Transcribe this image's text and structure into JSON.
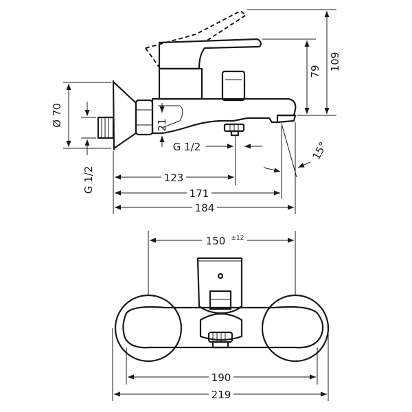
{
  "side_view": {
    "dimensions": {
      "height_total": "109",
      "height_spout": "79",
      "diameter_rosette": "Ø 70",
      "offset_21": "21",
      "thread_outlet": "G 1/2",
      "thread_inlet": "G 1/2",
      "reach_123": "123",
      "reach_171": "171",
      "reach_184": "184",
      "angle": "15°"
    }
  },
  "front_view": {
    "dimensions": {
      "center_distance": "150",
      "center_tolerance": "±12",
      "body_width": "190",
      "total_width": "219"
    }
  }
}
